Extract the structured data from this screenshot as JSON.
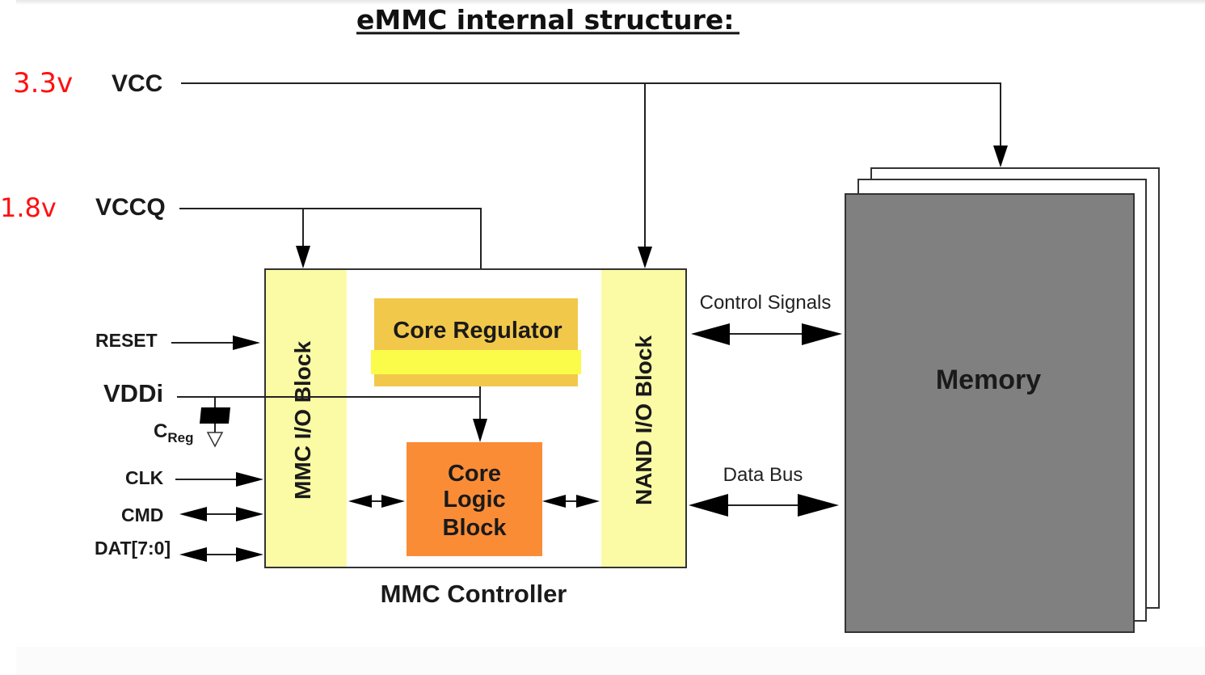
{
  "title": "eMMC internal structure:",
  "annotations": {
    "vcc_voltage": "3.3v",
    "vccq_voltage": "1.8v"
  },
  "power_rails": {
    "vcc": "VCC",
    "vccq": "VCCQ",
    "vddi": "VDDi",
    "creg_main": "C",
    "creg_sub": "Reg"
  },
  "host_signals": [
    {
      "label": "RESET",
      "direction": "in"
    },
    {
      "label": "CLK",
      "direction": "in"
    },
    {
      "label": "CMD",
      "direction": "bidirectional"
    },
    {
      "label": "DAT[7:0]",
      "direction": "bidirectional"
    }
  ],
  "controller": {
    "label": "MMC Controller",
    "mmc_io_block": "MMC I/O Block",
    "nand_io_block": "NAND I/O Block",
    "core_regulator": "Core Regulator",
    "core_logic": [
      "Core",
      "Logic",
      "Block"
    ]
  },
  "links": {
    "control_signals": "Control Signals",
    "data_bus": "Data Bus"
  },
  "memory": {
    "label": "Memory"
  },
  "colors": {
    "io_block": "#fbfba6",
    "core_regulator": "#f2c84b",
    "regulator_band": "#fbfb4a",
    "core_logic": "#fb8c36",
    "memory": "#808080",
    "annotation": "#ff1010"
  }
}
